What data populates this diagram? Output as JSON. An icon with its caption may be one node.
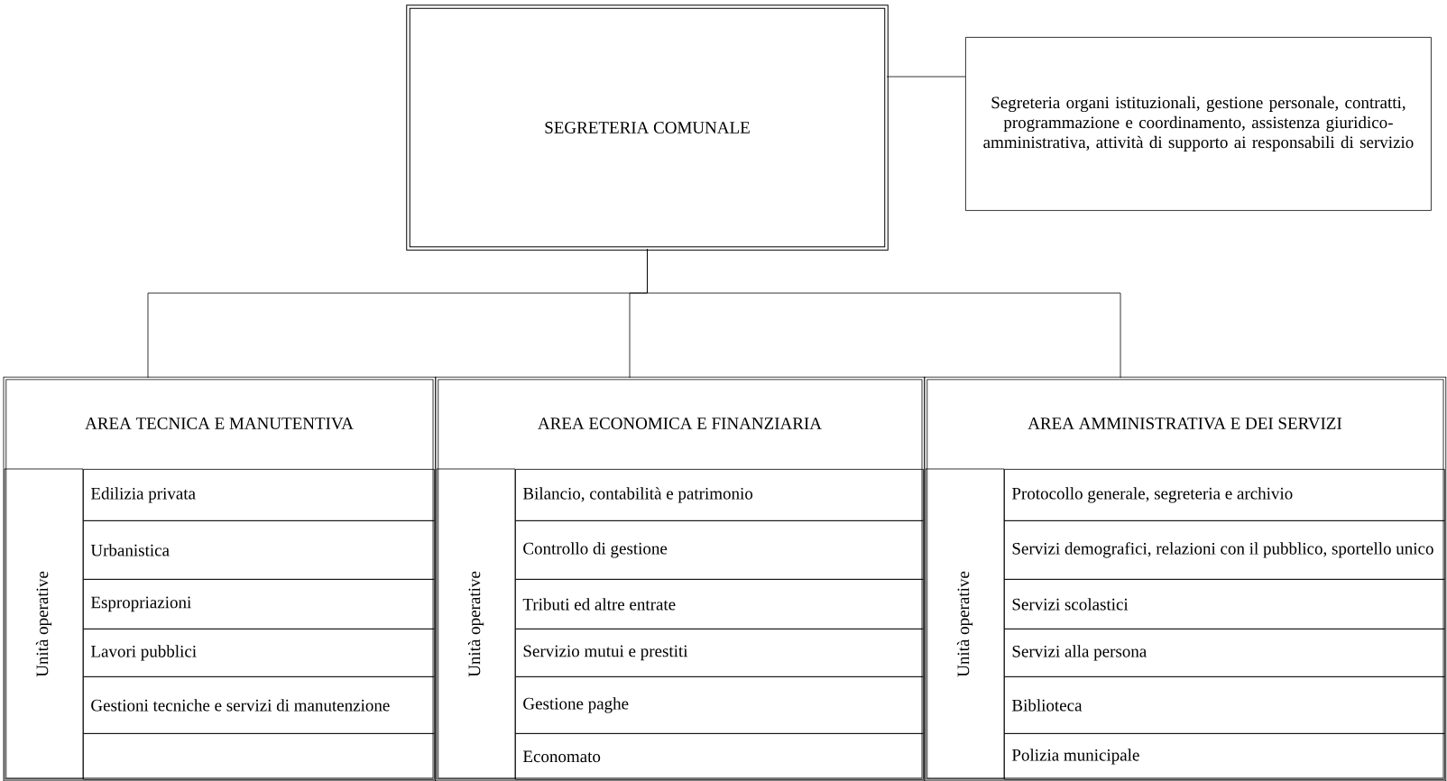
{
  "diagram": {
    "nodes": [
      {
        "text": [
          "SEGRETERIA COMUNALE"
        ]
      },
      {
        "text": [
          "Segreteria organi istituzionali, gestione personale, contratti, programmazione e coordinamento, assistenza giuridico-amministrativa, attività di supporto ai responsabili di servizio"
        ]
      },
      {
        "text": [
          "AREA TECNICA E MANUTENTIVA"
        ]
      },
      {
        "text": [
          "Unità operative"
        ],
        "in": 2
      },
      {
        "text": [
          "Edilizia privata"
        ],
        "in": 2
      },
      {
        "text": [
          "Urbanistica"
        ],
        "in": 2
      },
      {
        "text": [
          "Espropriazioni"
        ],
        "in": 2
      },
      {
        "text": [
          "Lavori pubblici"
        ],
        "in": 2
      },
      {
        "text": [
          "Gestioni tecniche e servizi di manutenzione"
        ],
        "in": 2
      },
      {
        "text": [],
        "shape": "box",
        "in": 2
      },
      {
        "text": [
          "AREA ECONOMICA E FINANZIARIA"
        ]
      },
      {
        "text": [
          "Unità operative"
        ],
        "in": 10
      },
      {
        "text": [
          "Bilancio, contabilità e patrimonio"
        ],
        "in": 10
      },
      {
        "text": [
          "Controllo di gestione"
        ],
        "in": 10
      },
      {
        "text": [
          "Tributi ed altre entrate"
        ],
        "in": 10
      },
      {
        "text": [
          "Servizio mutui e prestiti"
        ],
        "in": 10
      },
      {
        "text": [
          "Gestione paghe"
        ],
        "in": 10
      },
      {
        "text": [
          "Economato"
        ],
        "in": 10
      },
      {
        "text": [
          "AREA AMMINISTRATIVA E DEI SERVIZI"
        ]
      },
      {
        "text": [
          "Unità operative"
        ],
        "in": 18
      },
      {
        "text": [
          "Protocollo generale, segreteria e archivio"
        ],
        "in": 18
      },
      {
        "text": [
          "Servizi demografici, relazioni con il pubblico, sportello unico"
        ],
        "in": 18
      },
      {
        "text": [
          "Servizi scolastici"
        ],
        "in": 18
      },
      {
        "text": [
          "Servizi alla persona"
        ],
        "in": 18
      },
      {
        "text": [
          "Biblioteca"
        ],
        "in": 18
      },
      {
        "text": [
          "Polizia municipale"
        ],
        "in": 18
      }
    ],
    "edges": [
      {
        "from": 0,
        "to": 1,
        "arrow": "none"
      },
      {
        "from": 0,
        "to": 2,
        "arrow": "none"
      },
      {
        "from": 0,
        "to": 10,
        "arrow": "none"
      },
      {
        "from": 0,
        "to": 18,
        "arrow": "none"
      }
    ]
  }
}
